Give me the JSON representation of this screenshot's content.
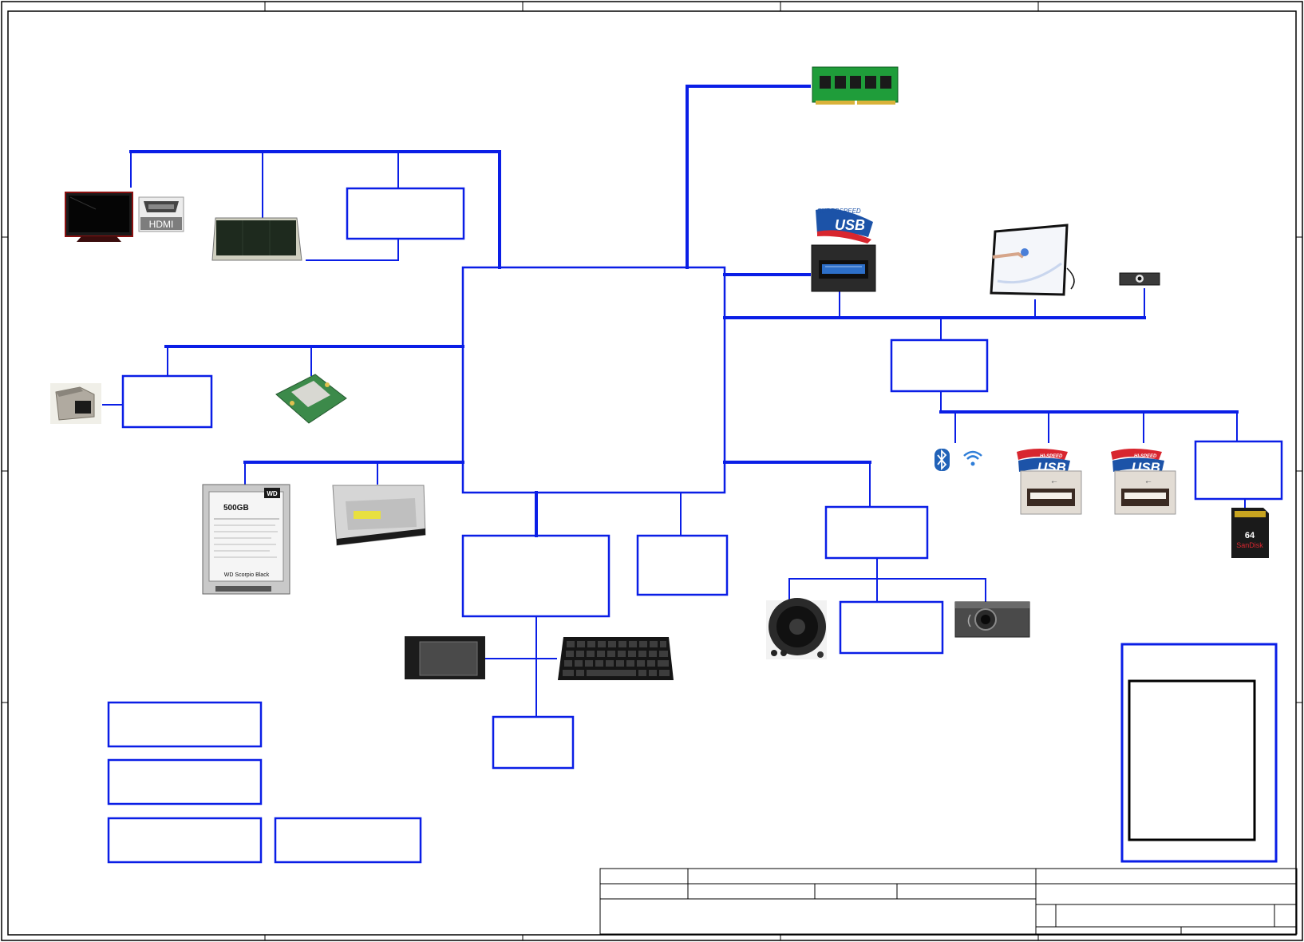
{
  "hdmi": {
    "connector_label": "HDMI"
  },
  "usb3": {
    "logo_top": "SUPERSPEED",
    "logo_main": "USB"
  },
  "usb2_left": {
    "logo_top": "HI-SPEED",
    "logo_main": "USB"
  },
  "usb2_right": {
    "logo_top": "HI-SPEED",
    "logo_main": "USB"
  },
  "hdd": {
    "capacity": "500GB",
    "brand": "WD",
    "series": "WD Scorpio Black"
  },
  "sd_card": {
    "capacity": "64",
    "brand": "SanDisk"
  },
  "colors": {
    "bus_line": "#0a1ee6",
    "frame": "#000000"
  }
}
